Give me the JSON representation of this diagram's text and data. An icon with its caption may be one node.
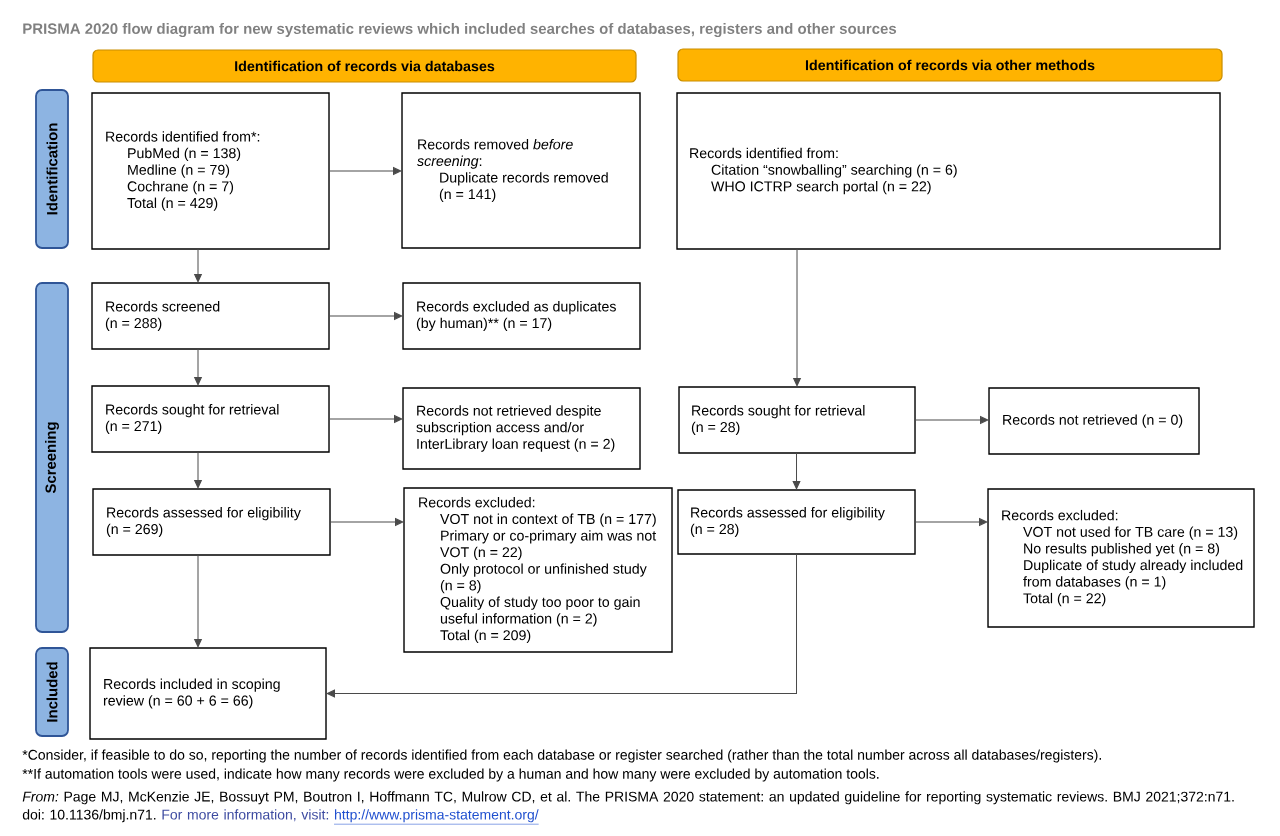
{
  "diagram": {
    "title": "PRISMA 2020 flow diagram for new systematic reviews which included searches of databases, registers and other sources",
    "nodes": [
      {
        "text": [
          "Identification of records via databases"
        ]
      },
      {
        "text": [
          "Identification of records via other methods"
        ]
      },
      {
        "text": [
          "Identification"
        ]
      },
      {
        "text": [
          "Records identified from*:",
          "PubMed (n = 138)",
          "Medline (n = 79)",
          "Cochrane (n = 7)",
          "Total (n = 429)"
        ]
      },
      {
        "text": [
          "Records removed *before screening*:",
          "Duplicate records removed (n = 141)"
        ]
      },
      {
        "text": [
          "Records identified from:",
          "Citation “snowballing” searching (n = 6)",
          "WHO ICTRP search portal (n = 22)"
        ]
      },
      {
        "text": [
          "Screening"
        ]
      },
      {
        "text": [
          "Records screened (n = 288)"
        ]
      },
      {
        "text": [
          "Records excluded as duplicates (by human)** (n = 17)"
        ]
      },
      {
        "text": [
          "Records sought for retrieval (n = 271)"
        ]
      },
      {
        "text": [
          "Records not retrieved despite subscription access and/or InterLibrary loan request (n = 2)"
        ]
      },
      {
        "text": [
          "Records sought for retrieval (n = 28)"
        ]
      },
      {
        "text": [
          "Records not retrieved (n = 0)"
        ]
      },
      {
        "text": [
          "Records assessed for eligibility (n = 269)"
        ]
      },
      {
        "text": [
          "Records excluded:",
          "VOT not in context of TB (n = 177)",
          "Primary or co-primary aim was not VOT (n = 22)",
          "Only protocol or unfinished study (n = 8)",
          "Quality of study too poor to gain useful information (n = 2)",
          "Total (n = 209)"
        ]
      },
      {
        "text": [
          "Records assessed for eligibility (n = 28)"
        ]
      },
      {
        "text": [
          "Records excluded:",
          "VOT not used for TB care (n = 13)",
          "No results published yet (n = 8)",
          "Duplicate of study already included from databases (n = 1)",
          "Total (n = 22)"
        ]
      },
      {
        "text": [
          "Included"
        ]
      },
      {
        "text": [
          "Records included in scoping review (n = 60 + 6 = 66)"
        ]
      }
    ],
    "edges": [
      {
        "from": 3,
        "to": 4,
        "arrow": "to"
      },
      {
        "from": 3,
        "to": 7,
        "arrow": "to"
      },
      {
        "from": 5,
        "to": 11,
        "arrow": "to"
      },
      {
        "from": 7,
        "to": 8,
        "arrow": "to"
      },
      {
        "from": 7,
        "to": 9,
        "arrow": "to"
      },
      {
        "from": 9,
        "to": 10,
        "arrow": "to"
      },
      {
        "from": 11,
        "to": 12,
        "arrow": "to"
      },
      {
        "from": 9,
        "to": 13,
        "arrow": "to"
      },
      {
        "from": 11,
        "to": 15,
        "arrow": "to"
      },
      {
        "from": 13,
        "to": 14,
        "arrow": "to"
      },
      {
        "from": 15,
        "to": 16,
        "arrow": "to"
      },
      {
        "from": 13,
        "to": 18,
        "arrow": "to"
      },
      {
        "from": 15,
        "to": 18,
        "arrow": "to"
      }
    ],
    "labels": [
      "*Consider, if feasible to do so, reporting the number of records identified from each database or register searched (rather than the total number across all databases/registers).",
      "**If automation tools were used, indicate how many records were excluded by a human and how many were excluded by automation tools.",
      "*From:* Page MJ, McKenzie JE, Bossuyt PM, Boutron I, Hoffmann TC, Mulrow CD, et al. The PRISMA 2020 statement: an updated guideline for reporting systematic reviews. BMJ 2021;372:n71. doi: 10.1136/bmj.n71.",
      "For more information, visit:",
      "http://www.prisma-statement.org/"
    ]
  }
}
